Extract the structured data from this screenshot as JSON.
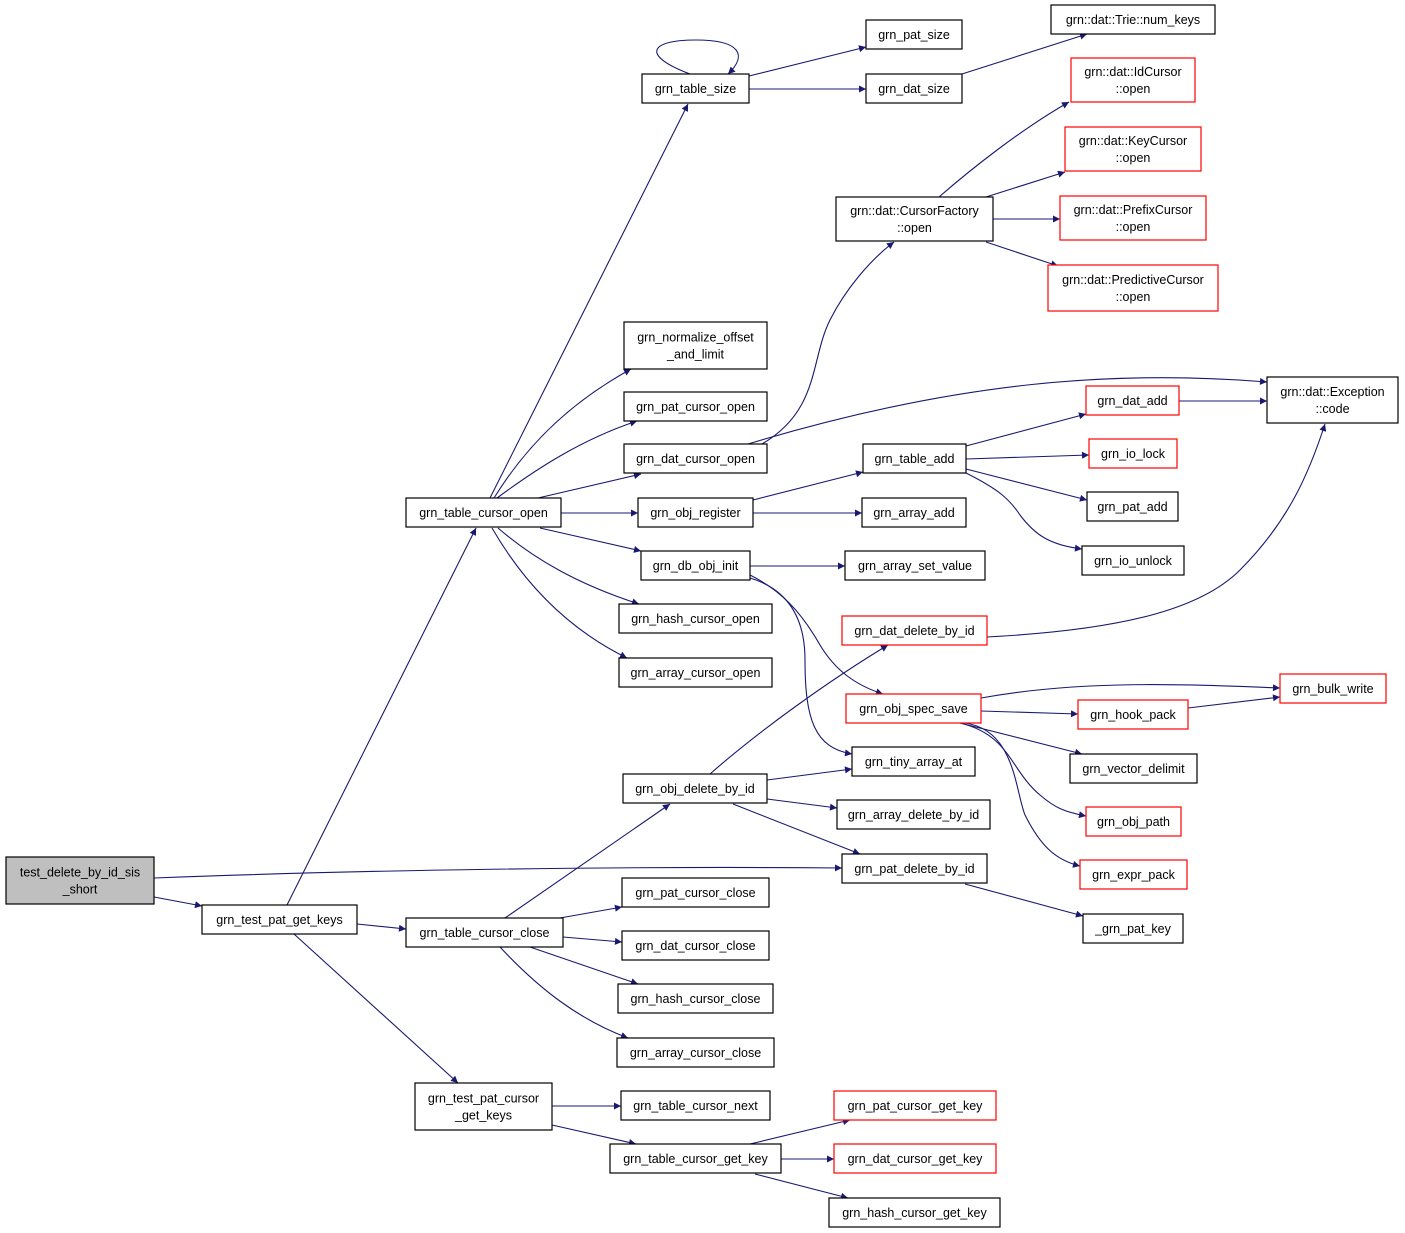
{
  "colors": {
    "edge": "#191970",
    "root_fill": "#bfbfbf",
    "normal_border": "#000000",
    "truncated_border": "#ff0000"
  },
  "nodes": {
    "test_delete": {
      "lines": [
        "test_delete_by_id_sis",
        "_short"
      ],
      "style": "root"
    },
    "grn_test_pat_get_keys": {
      "lines": [
        "grn_test_pat_get_keys"
      ],
      "style": "normal"
    },
    "grn_table_cursor_open": {
      "lines": [
        "grn_table_cursor_open"
      ],
      "style": "normal"
    },
    "grn_table_cursor_close": {
      "lines": [
        "grn_table_cursor_close"
      ],
      "style": "normal"
    },
    "grn_test_pat_cursor_get_keys": {
      "lines": [
        "grn_test_pat_cursor",
        "_get_keys"
      ],
      "style": "normal"
    },
    "grn_table_size": {
      "lines": [
        "grn_table_size"
      ],
      "style": "normal"
    },
    "grn_normalize_offset_and_limit": {
      "lines": [
        "grn_normalize_offset",
        "_and_limit"
      ],
      "style": "normal"
    },
    "grn_pat_cursor_open": {
      "lines": [
        "grn_pat_cursor_open"
      ],
      "style": "normal"
    },
    "grn_dat_cursor_open": {
      "lines": [
        "grn_dat_cursor_open"
      ],
      "style": "normal"
    },
    "grn_obj_register": {
      "lines": [
        "grn_obj_register"
      ],
      "style": "normal"
    },
    "grn_db_obj_init": {
      "lines": [
        "grn_db_obj_init"
      ],
      "style": "normal"
    },
    "grn_hash_cursor_open": {
      "lines": [
        "grn_hash_cursor_open"
      ],
      "style": "normal"
    },
    "grn_array_cursor_open": {
      "lines": [
        "grn_array_cursor_open"
      ],
      "style": "normal"
    },
    "grn_obj_delete_by_id": {
      "lines": [
        "grn_obj_delete_by_id"
      ],
      "style": "normal"
    },
    "grn_pat_cursor_close": {
      "lines": [
        "grn_pat_cursor_close"
      ],
      "style": "normal"
    },
    "grn_dat_cursor_close": {
      "lines": [
        "grn_dat_cursor_close"
      ],
      "style": "normal"
    },
    "grn_hash_cursor_close": {
      "lines": [
        "grn_hash_cursor_close"
      ],
      "style": "normal"
    },
    "grn_array_cursor_close": {
      "lines": [
        "grn_array_cursor_close"
      ],
      "style": "normal"
    },
    "grn_table_cursor_next": {
      "lines": [
        "grn_table_cursor_next"
      ],
      "style": "normal"
    },
    "grn_table_cursor_get_key": {
      "lines": [
        "grn_table_cursor_get_key"
      ],
      "style": "normal"
    },
    "grn_pat_size": {
      "lines": [
        "grn_pat_size"
      ],
      "style": "normal"
    },
    "grn_dat_size": {
      "lines": [
        "grn_dat_size"
      ],
      "style": "normal"
    },
    "cursor_factory_open": {
      "lines": [
        "grn::dat::CursorFactory",
        "::open"
      ],
      "style": "normal"
    },
    "grn_table_add": {
      "lines": [
        "grn_table_add"
      ],
      "style": "normal"
    },
    "grn_array_add": {
      "lines": [
        "grn_array_add"
      ],
      "style": "normal"
    },
    "grn_array_set_value": {
      "lines": [
        "grn_array_set_value"
      ],
      "style": "normal"
    },
    "grn_dat_delete_by_id": {
      "lines": [
        "grn_dat_delete_by_id"
      ],
      "style": "truncated"
    },
    "grn_obj_spec_save": {
      "lines": [
        "grn_obj_spec_save"
      ],
      "style": "truncated"
    },
    "grn_tiny_array_at": {
      "lines": [
        "grn_tiny_array_at"
      ],
      "style": "normal"
    },
    "grn_array_delete_by_id": {
      "lines": [
        "grn_array_delete_by_id"
      ],
      "style": "normal"
    },
    "grn_pat_delete_by_id": {
      "lines": [
        "grn_pat_delete_by_id"
      ],
      "style": "normal"
    },
    "grn_pat_cursor_get_key": {
      "lines": [
        "grn_pat_cursor_get_key"
      ],
      "style": "truncated"
    },
    "grn_dat_cursor_get_key": {
      "lines": [
        "grn_dat_cursor_get_key"
      ],
      "style": "truncated"
    },
    "grn_hash_cursor_get_key": {
      "lines": [
        "grn_hash_cursor_get_key"
      ],
      "style": "normal"
    },
    "trie_num_keys": {
      "lines": [
        "grn::dat::Trie::num_keys"
      ],
      "style": "normal"
    },
    "idcursor_open": {
      "lines": [
        "grn::dat::IdCursor",
        "::open"
      ],
      "style": "truncated"
    },
    "keycursor_open": {
      "lines": [
        "grn::dat::KeyCursor",
        "::open"
      ],
      "style": "truncated"
    },
    "prefixcursor_open": {
      "lines": [
        "grn::dat::PrefixCursor",
        "::open"
      ],
      "style": "truncated"
    },
    "predictivecursor_open": {
      "lines": [
        "grn::dat::PredictiveCursor",
        "::open"
      ],
      "style": "truncated"
    },
    "grn_dat_add": {
      "lines": [
        "grn_dat_add"
      ],
      "style": "truncated"
    },
    "grn_io_lock": {
      "lines": [
        "grn_io_lock"
      ],
      "style": "truncated"
    },
    "grn_pat_add": {
      "lines": [
        "grn_pat_add"
      ],
      "style": "normal"
    },
    "grn_io_unlock": {
      "lines": [
        "grn_io_unlock"
      ],
      "style": "normal"
    },
    "grn_hook_pack": {
      "lines": [
        "grn_hook_pack"
      ],
      "style": "truncated"
    },
    "grn_vector_delimit": {
      "lines": [
        "grn_vector_delimit"
      ],
      "style": "normal"
    },
    "grn_obj_path": {
      "lines": [
        "grn_obj_path"
      ],
      "style": "truncated"
    },
    "grn_expr_pack": {
      "lines": [
        "grn_expr_pack"
      ],
      "style": "truncated"
    },
    "grn_pat_key": {
      "lines": [
        "_grn_pat_key"
      ],
      "style": "normal"
    },
    "exception_code": {
      "lines": [
        "grn::dat::Exception",
        "::code"
      ],
      "style": "normal"
    },
    "grn_bulk_write": {
      "lines": [
        "grn_bulk_write"
      ],
      "style": "truncated"
    }
  },
  "edges": [
    [
      "test_delete",
      "grn_test_pat_get_keys"
    ],
    [
      "test_delete",
      "grn_pat_delete_by_id"
    ],
    [
      "grn_test_pat_get_keys",
      "grn_table_cursor_open"
    ],
    [
      "grn_test_pat_get_keys",
      "grn_table_cursor_close"
    ],
    [
      "grn_test_pat_get_keys",
      "grn_test_pat_cursor_get_keys"
    ],
    [
      "grn_table_cursor_open",
      "grn_table_size"
    ],
    [
      "grn_table_cursor_open",
      "grn_normalize_offset_and_limit"
    ],
    [
      "grn_table_cursor_open",
      "grn_pat_cursor_open"
    ],
    [
      "grn_table_cursor_open",
      "grn_dat_cursor_open"
    ],
    [
      "grn_table_cursor_open",
      "grn_obj_register"
    ],
    [
      "grn_table_cursor_open",
      "grn_db_obj_init"
    ],
    [
      "grn_table_cursor_open",
      "grn_hash_cursor_open"
    ],
    [
      "grn_table_cursor_open",
      "grn_array_cursor_open"
    ],
    [
      "grn_table_size",
      "grn_table_size"
    ],
    [
      "grn_table_size",
      "grn_pat_size"
    ],
    [
      "grn_table_size",
      "grn_dat_size"
    ],
    [
      "grn_dat_size",
      "trie_num_keys"
    ],
    [
      "grn_dat_cursor_open",
      "cursor_factory_open"
    ],
    [
      "grn_dat_cursor_open",
      "exception_code"
    ],
    [
      "cursor_factory_open",
      "idcursor_open"
    ],
    [
      "cursor_factory_open",
      "keycursor_open"
    ],
    [
      "cursor_factory_open",
      "prefixcursor_open"
    ],
    [
      "cursor_factory_open",
      "predictivecursor_open"
    ],
    [
      "grn_obj_register",
      "grn_table_add"
    ],
    [
      "grn_obj_register",
      "grn_array_add"
    ],
    [
      "grn_table_add",
      "grn_dat_add"
    ],
    [
      "grn_table_add",
      "grn_io_lock"
    ],
    [
      "grn_table_add",
      "grn_pat_add"
    ],
    [
      "grn_table_add",
      "grn_io_unlock"
    ],
    [
      "grn_dat_add",
      "exception_code"
    ],
    [
      "grn_db_obj_init",
      "grn_array_set_value"
    ],
    [
      "grn_db_obj_init",
      "grn_obj_spec_save"
    ],
    [
      "grn_db_obj_init",
      "grn_tiny_array_at"
    ],
    [
      "grn_dat_delete_by_id",
      "exception_code"
    ],
    [
      "grn_obj_spec_save",
      "grn_bulk_write"
    ],
    [
      "grn_obj_spec_save",
      "grn_hook_pack"
    ],
    [
      "grn_obj_spec_save",
      "grn_vector_delimit"
    ],
    [
      "grn_obj_spec_save",
      "grn_obj_path"
    ],
    [
      "grn_obj_spec_save",
      "grn_expr_pack"
    ],
    [
      "grn_hook_pack",
      "grn_bulk_write"
    ],
    [
      "grn_table_cursor_close",
      "grn_obj_delete_by_id"
    ],
    [
      "grn_table_cursor_close",
      "grn_pat_cursor_close"
    ],
    [
      "grn_table_cursor_close",
      "grn_dat_cursor_close"
    ],
    [
      "grn_table_cursor_close",
      "grn_hash_cursor_close"
    ],
    [
      "grn_table_cursor_close",
      "grn_array_cursor_close"
    ],
    [
      "grn_obj_delete_by_id",
      "grn_dat_delete_by_id"
    ],
    [
      "grn_obj_delete_by_id",
      "grn_tiny_array_at"
    ],
    [
      "grn_obj_delete_by_id",
      "grn_array_delete_by_id"
    ],
    [
      "grn_obj_delete_by_id",
      "grn_pat_delete_by_id"
    ],
    [
      "grn_pat_delete_by_id",
      "grn_pat_key"
    ],
    [
      "grn_test_pat_cursor_get_keys",
      "grn_table_cursor_next"
    ],
    [
      "grn_test_pat_cursor_get_keys",
      "grn_table_cursor_get_key"
    ],
    [
      "grn_table_cursor_get_key",
      "grn_pat_cursor_get_key"
    ],
    [
      "grn_table_cursor_get_key",
      "grn_dat_cursor_get_key"
    ],
    [
      "grn_table_cursor_get_key",
      "grn_hash_cursor_get_key"
    ]
  ]
}
